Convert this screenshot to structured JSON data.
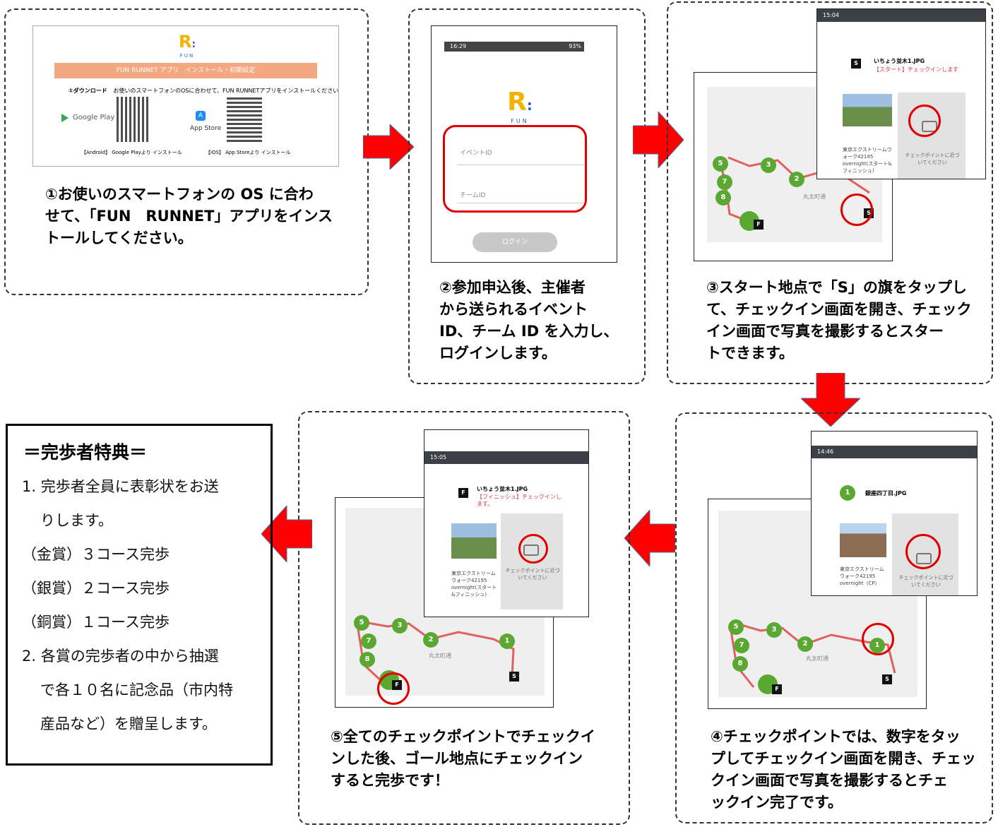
{
  "step1": {
    "caption_lines": [
      "①お使いのスマートフォンの OS に合わ",
      "せて、「FUN　RUNNET」アプリをインス",
      "トールしてください。"
    ],
    "logo": "FUN",
    "banner": "FUN RUNNET アプリ　インストール・初期設定",
    "download_label": "①ダウンロード",
    "download_text": "お使いのスマートフォンのOSに合わせて、FUN RUNNETアプリをインストールください。",
    "google_play": "Google Play",
    "app_store": "App Store",
    "android_note": "【Android】 Google Playより インストール",
    "ios_note": "【iOS】 App Storeより インストール"
  },
  "step2": {
    "caption_lines": [
      "②参加申込後、主催者",
      "から送られるイベント",
      "ID、チーム ID を入力し、",
      "ログインします。"
    ],
    "status_time": "16:29",
    "status_right": "93%",
    "logo": "FUN",
    "event_id_label": "イベントID",
    "team_id_label": "チームID",
    "login_button": "ログイン"
  },
  "step3": {
    "caption_lines": [
      "③スタート地点で「S」の旗をタップし",
      "て、チェックイン画面を開き、チェック",
      "イン画面で写真を撮影するとスター",
      "トできます。"
    ],
    "status_time": "15:04",
    "photo_title": "いちょう並木1.JPG",
    "checkin_tag": "【スタート】チェックインします",
    "event_name": "東京エクストリームウォーク42195 overnight(スタート&フィニッシュ)",
    "approach_text": "チェックポイントに近づいてください"
  },
  "step4": {
    "caption_lines": [
      "④チェックポイントでは、数字をタッ",
      "プしてチェックイン画面を開き、チェッ",
      "クイン画面で写真を撮影するとチェ",
      "ックイン完了です。"
    ],
    "status_time": "14:46",
    "photo_title": "銀座四丁目.JPG",
    "event_name": "東京エクストリームウォーク42195 overnight（CP）",
    "approach_text": "チェックポイントに近づいてください"
  },
  "step5": {
    "caption_lines": [
      "⑤全てのチェックポイントでチェックイ",
      "ンした後、ゴール地点にチェックイン",
      "すると完歩です！"
    ],
    "status_time": "15:05",
    "photo_title": "いちょう並木1.JPG",
    "checkin_tag": "【フィニッシュ】チェックインします。",
    "event_name": "東京エクストリームウォーク42195 overnight(スタート&フィニッシュ)",
    "approach_text": "チェックポイントに近づいてください"
  },
  "map": {
    "dots": [
      "5",
      "3",
      "7",
      "2",
      "8",
      "1"
    ],
    "start_flag": "S",
    "finish_flag": "F",
    "street": "丸太町通"
  },
  "benefits": {
    "title": "＝完歩者特典＝",
    "lines": [
      "1. 完歩者全員に表彰状をお送",
      "りします。",
      "（金賞）３コース完歩",
      "（銀賞）２コース完歩",
      "（銅賞）１コース完歩",
      "2. 各賞の完歩者の中から抽選",
      "で各１０名に記念品（市内特",
      "産品など）を贈呈します。"
    ]
  },
  "colors": {
    "arrow": "#ff0000",
    "ring": "#e00000",
    "dot": "#5aa832",
    "banner": "#f4a882"
  }
}
